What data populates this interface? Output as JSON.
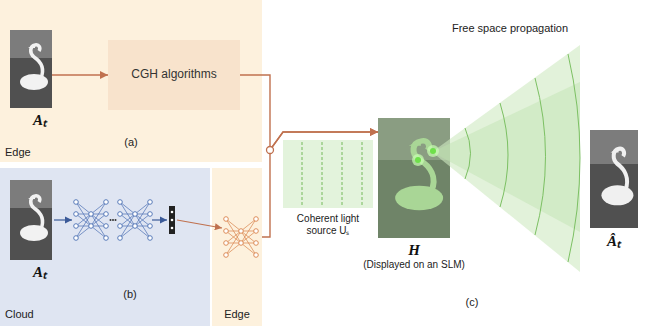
{
  "diagram": {
    "nodes": [
      {
        "text": [
          "Edge",
          "(a)"
        ]
      },
      {
        "text": [
          "Aₜ"
        ],
        "in": 0
      },
      {
        "text": [
          "CGH algorithms"
        ],
        "in": 0
      },
      {
        "text": [
          "Cloud",
          "(b)"
        ]
      },
      {
        "text": [
          "Aₜ"
        ],
        "in": 3
      },
      {
        "text": [
          "Edge"
        ]
      },
      {
        "text": [
          "Coherent light source Uₛ"
        ]
      },
      {
        "text": [
          "H",
          "(Displayed on an SLM)"
        ]
      },
      {
        "text": [
          "Âₜ"
        ]
      }
    ],
    "edges": [
      {
        "from": 1,
        "to": 2,
        "arrow": "to"
      },
      {
        "from": 2,
        "to": 7,
        "arrow": "to"
      },
      {
        "from": 5,
        "to": 7,
        "arrow": "to"
      }
    ],
    "labels": [
      "Free space propagation",
      "(c)"
    ]
  }
}
